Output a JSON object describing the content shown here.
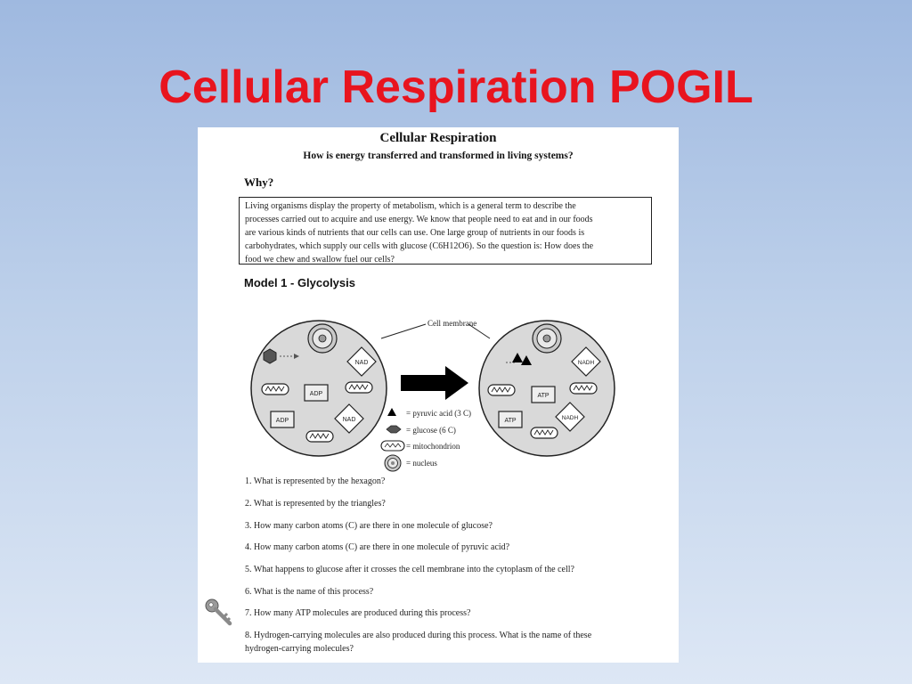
{
  "slide": {
    "title": "Cellular Respiration POGIL"
  },
  "document": {
    "title": "Cellular Respiration",
    "subtitle": "How is energy transferred and transformed in living systems?",
    "why_heading": "Why?",
    "why_lines": [
      "Living organisms display the property of metabolism, which is a general term to describe the",
      "processes carried out to acquire and use energy.  We know that people need to eat and in our foods",
      "are various kinds of nutrients that our cells can use.  One large group of nutrients in our foods is",
      "carbohydrates, which supply our cells with glucose (C6H12O6).  So the question is:  How does the",
      "food we chew and swallow fuel our cells?"
    ],
    "model_heading": "Model 1 - Glycolysis"
  },
  "diagram": {
    "cell_membrane_label": "Cell membrane",
    "left_cell": {
      "nad_1": "NAD",
      "nad_2": "NAD",
      "adp_1": "ADP",
      "adp_2": "ADP"
    },
    "right_cell": {
      "nadh_1": "NADH",
      "nadh_2": "NADH",
      "atp_1": "ATP",
      "atp_2": "ATP"
    },
    "legend": {
      "pyruvic": "= pyruvic acid (3 C)",
      "glucose": "= glucose (6 C)",
      "mitochondrion": "= mitochondrion",
      "nucleus": "= nucleus"
    }
  },
  "questions": [
    "1. What is represented by the hexagon?",
    "2. What is represented by the triangles?",
    "3. How many carbon atoms (C) are there in one molecule of glucose?",
    "4. How many carbon atoms (C) are there in one molecule of pyruvic acid?",
    "5. What happens to glucose after it crosses the cell membrane into the cytoplasm of the cell?",
    "6.  What is the name of this process?",
    "7. How many ATP molecules are produced during this process?",
    "8. Hydrogen-carrying molecules are also produced during this process.  What is the name of these",
    "hydrogen-carrying molecules?"
  ],
  "colors": {
    "title": "#e8141e",
    "cell_fill": "#d9d9d9"
  },
  "icons": {
    "key": "key-icon"
  }
}
